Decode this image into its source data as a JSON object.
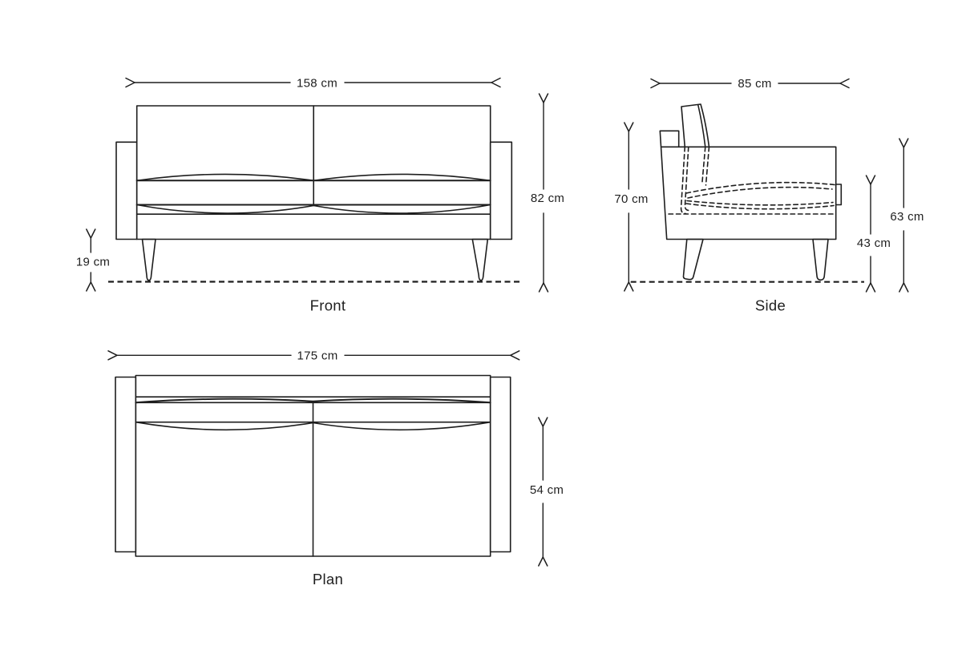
{
  "page": {
    "background": "#ffffff",
    "line_color": "#1e1e1e",
    "text_color": "#1f1f1f"
  },
  "diagram": {
    "views": {
      "front": {
        "label": "Front",
        "dims": {
          "overall_width": "158 cm",
          "overall_height": "82 cm",
          "leg_height": "19 cm"
        }
      },
      "side": {
        "label": "Side",
        "dims": {
          "overall_depth": "85 cm",
          "back_height": "70 cm",
          "arm_height": "63 cm",
          "seat_height": "43 cm"
        }
      },
      "plan": {
        "label": "Plan",
        "dims": {
          "overall_width": "175 cm",
          "seat_depth": "54 cm"
        }
      }
    }
  }
}
